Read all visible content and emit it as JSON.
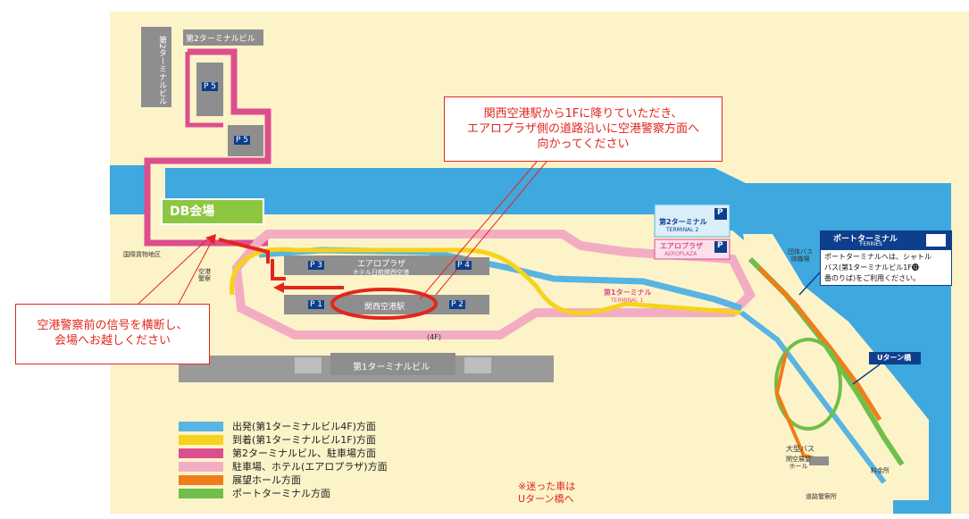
{
  "callouts": {
    "station_instruction": [
      "関西空港駅から1Fに降りていただき、",
      "エアロプラザ側の道路沿いに空港警察方面へ",
      "向かってください"
    ],
    "crossing_instruction": [
      "空港警察前の信号を横断し、",
      "会場へお越しください"
    ]
  },
  "venue_label": "DB会場",
  "buildings": {
    "terminal2_building_vertical": "第2ターミナルビル",
    "terminal2_building_top": "第2ターミナルビル",
    "terminal1_building": "第1ターミナルビル",
    "kansai_station": "関西空港駅",
    "aeroplaza": "エアロプラザ",
    "hotel": "ホテル日航関西空港"
  },
  "parking": {
    "p5": "P 5",
    "p3": "P 3",
    "p4": "P 4",
    "p1": "P 1",
    "p2": "P 2"
  },
  "road_labels": {
    "level_4f": "(4F)"
  },
  "small_labels": {
    "international_cargo": "国際貨物地区",
    "airport_police": [
      "空港",
      "警察"
    ],
    "group_bus": [
      "団体バス",
      "待機場"
    ],
    "large_bus": "大型バス",
    "observation_hall": [
      "関空展望",
      "ホール"
    ],
    "toll_gate": "料金所",
    "highway_police": "道路警察所"
  },
  "signs": {
    "terminal2_jp": "第2ターミナル",
    "terminal2_en": "TERMINAL 2",
    "aeroplaza_jp": "エアロプラザ",
    "aeroplaza_en": "AEROPLAZA",
    "terminal1_jp": "第1ターミナル",
    "terminal1_en": "TERMINAL 1",
    "uturn_bridge": "Uターン橋",
    "p_mark": "P"
  },
  "ferry": {
    "title": "ポートターミナル",
    "subtitle": "FERRIES",
    "text": [
      "ポートターミナルへは、シャトル",
      "バス(第1ターミナルビル1F⓬",
      "番のりば)をご利用ください。"
    ]
  },
  "legend": [
    {
      "label": "出発(第1ターミナルビル4F)方面",
      "color": "#57b4e3"
    },
    {
      "label": "到着(第1ターミナルビル1F)方面",
      "color": "#f6d21c"
    },
    {
      "label": "第2ターミナルビル、駐車場方面",
      "color": "#dd4e8e"
    },
    {
      "label": "駐車場、ホテル(エアロプラザ)方面",
      "color": "#f3adc3"
    },
    {
      "label": "展望ホール方面",
      "color": "#ef7d1a"
    },
    {
      "label": "ポートターミナル方面",
      "color": "#6fbf4a"
    }
  ],
  "legend_note": [
    "※迷った車は",
    "Uターン橋へ"
  ],
  "colors": {
    "land": "#fdf3c9",
    "sea": "#3ea8df",
    "building": "#8e8e8e",
    "accent_red": "#e2261d",
    "venue_green": "#8dc63f",
    "navy": "#0e3f8c"
  }
}
